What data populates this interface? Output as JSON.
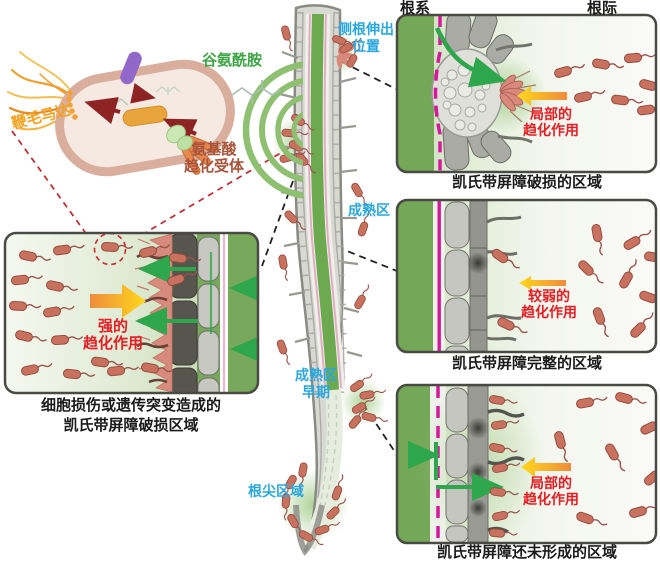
{
  "colors": {
    "accent_cyan": "#2BA7DE",
    "label_red": "#E61D23",
    "label_orange": "#F5A11F",
    "label_green": "#3FA546",
    "label_brown": "#A8543B",
    "casparian_magenta": "#D6199A",
    "chemotaxis_green": "#2EA64B",
    "bacteria_salmon": "#C9715F",
    "stele_green": "#6CA94F",
    "tissue_green": "#74A858",
    "arrow_yellow": "#FFD81E",
    "arrow_orange": "#EE8C3A"
  },
  "bacterium_diagram": {
    "flagellar_motor": "鞭毛马达",
    "glutamine": "谷氨酰胺",
    "receptor_line1": "氨基酸",
    "receptor_line2": "趋化受体"
  },
  "root_labels": {
    "lateral_root_line1": "侧根伸出",
    "lateral_root_line2": "位置",
    "maturation_zone": "成熟区",
    "early_maturation_line1": "成熟区",
    "early_maturation_line2": "早期",
    "root_tip": "根尖区域"
  },
  "column_headers": {
    "root_system": "根系",
    "rhizosphere": "根际"
  },
  "left_panel": {
    "strength_line1": "强的",
    "strength_line2": "趋化作用",
    "caption_line1": "细胞损伤或遗传突变造成的",
    "caption_line2": "凯氏带屏障破损区域"
  },
  "right_panels": [
    {
      "strength_line1": "局部的",
      "strength_line2": "趋化作用",
      "caption": "凯氏带屏障破损的区域"
    },
    {
      "strength_line1": "较弱的",
      "strength_line2": "趋化作用",
      "caption": "凯氏带屏障完整的区域"
    },
    {
      "strength_line1": "局部的",
      "strength_line2": "趋化作用",
      "caption": "凯氏带屏障还未形成的区域"
    }
  ]
}
